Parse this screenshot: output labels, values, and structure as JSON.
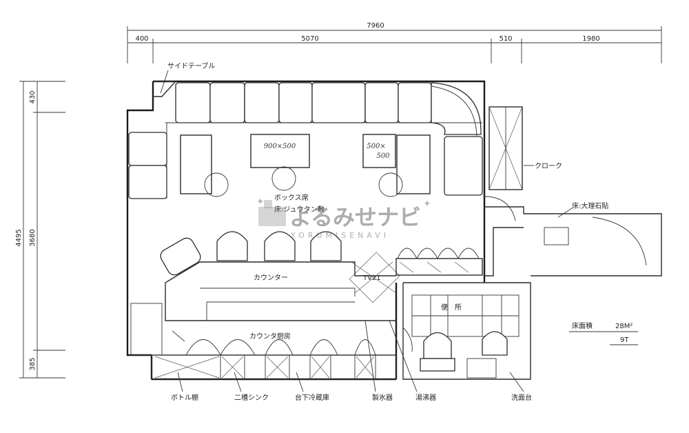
{
  "dimensions": {
    "total_width": "7960",
    "seg_1": "400",
    "seg_2": "5070",
    "seg_3": "510",
    "seg_4": "1980",
    "total_height": "4495",
    "h_seg_1": "430",
    "h_seg_2": "3680",
    "h_seg_3": "385"
  },
  "labels": {
    "side_table": "サイドテーブル",
    "table_1": "900×500",
    "table_2_line1": "500×",
    "table_2_line2": "500",
    "box_seat": "ボックス席",
    "floor_carpet": "床:ジュウタン敷",
    "cloak": "クローク",
    "floor_marble": "床:大理石貼",
    "counter": "カウンター",
    "tv": "TV21",
    "toilet": "便　所",
    "counter_kitchen": "カウンタ厨房",
    "bottle_shelf": "ボトル棚",
    "double_sink": "二槽シンク",
    "under_fridge": "台下冷蔵庫",
    "ice_maker": "製氷器",
    "water_heater": "湯沸器",
    "wash_basin": "洗面台",
    "floor_area_label": "床面積",
    "floor_area_value": "28M²",
    "tsubo_value": "9T"
  },
  "watermark": {
    "title": "よるみせナビ",
    "subtitle": "YORUMISENAVI"
  }
}
